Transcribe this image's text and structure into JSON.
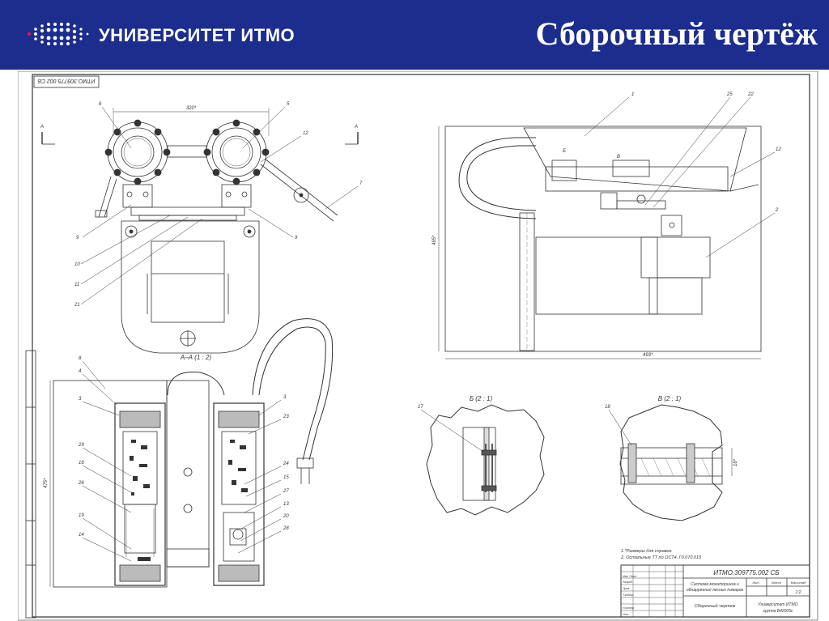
{
  "header": {
    "brand": "УНИВЕРСИТЕТ ИТМО",
    "title": "Сборочный чертёж",
    "colors": {
      "background": "#1c2d8e",
      "text": "#ffffff"
    },
    "logo_icon": "itmo-dots-logo"
  },
  "drawing": {
    "doc_code_rotated": "ИТМО.309775.002 СБ",
    "section_label": "А–А (1 : 2)",
    "detail_b_label": "Б (2 : 1)",
    "detail_v_label": "В (2 : 1)",
    "dim_width": "320*",
    "dim_height": "465*",
    "dim_length": "493*",
    "dim_height_left": "475*",
    "dim_detail": "16*",
    "notes": [
      "1.*Размеры для справок.",
      "2. Остальные ТТ по ОСТ4. Г0.070.015"
    ],
    "callouts_left": [
      "6",
      "5",
      "12",
      "7",
      "9",
      "9",
      "10",
      "11",
      "21"
    ],
    "callouts_right": [
      "1",
      "25",
      "22",
      "12",
      "2"
    ],
    "callouts_section": [
      "8",
      "4",
      "3",
      "3",
      "23",
      "29",
      "16",
      "26",
      "19",
      "14",
      "24",
      "15",
      "27",
      "13",
      "20",
      "28"
    ],
    "callouts_detail": [
      "17",
      "18"
    ],
    "title_block": {
      "code": "ИТМО.309775.002 СБ",
      "name_line1": "Система мониторинга и",
      "name_line2": "обнаружения лесных пожаров",
      "doc_type": "Сборочный чертеж",
      "org_line1": "Университет ИТМО",
      "org_line2": "группа В42005с",
      "scale": "1:2",
      "rows": [
        "Изм. Лист",
        "Разраб.",
        "Пров.",
        "Т.контр.",
        "Н.контр.",
        "Утв."
      ],
      "cols": [
        "Лит.",
        "Масса",
        "Масштаб"
      ]
    }
  }
}
